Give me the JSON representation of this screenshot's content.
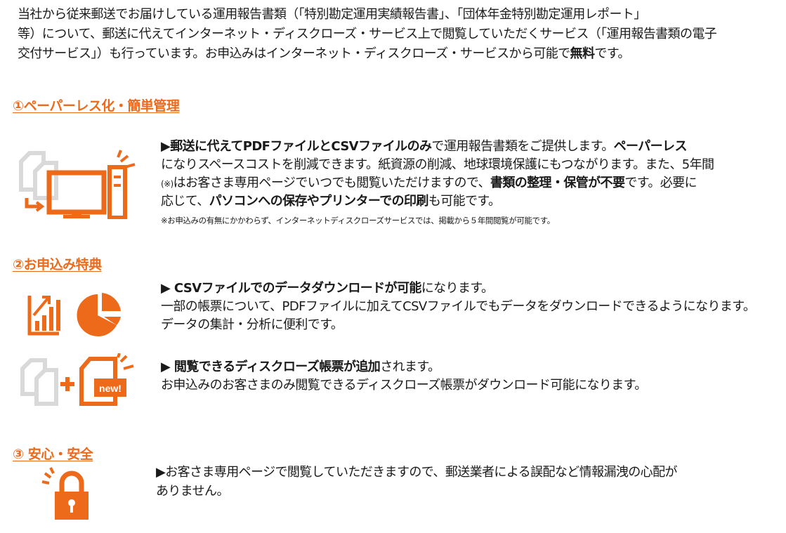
{
  "intro": {
    "line1": "当社から従来郵送でお届けしている運用報告書類（「特別勘定運用実績報告書」、「団体年金特別勘定運用レポート」",
    "line2": "等）について、郵送に代えてインターネット・ディスクローズ・サービス上で閲覧していただくサービス（「運用報告書類の電子",
    "line3a": "交付サービス」）も行っています。お申込みはインターネット・ディスクローズ・サービスから可能で",
    "line3b": "無料",
    "line3c": "です。"
  },
  "section1": {
    "heading": "①ペーパーレス化・簡単管理",
    "l1a": "▶郵送に代えてPDFファイルとCSVファイルのみ",
    "l1b": "で運用報告書類をご提供します。",
    "l1c": "ペーパーレス",
    "l2": "になりスペースコストを削減できます。紙資源の削減、地球環境保護にもつながります。また、5年間",
    "l3a": "(※)",
    "l3b": "はお客さま専用ページでいつでも閲覧いただけますので、",
    "l3c": "書類の整理・保管が不要",
    "l3d": "です。必要に",
    "l4a": "応じて、",
    "l4b": "パソコンへの保存やプリンターでの印刷",
    "l4c": "も可能です。",
    "note": "※お申込みの有無にかかわらず、インターネットディスクローズサービスでは、掲載から５年間閲覧が可能です。"
  },
  "section2": {
    "heading": "②お申込み特典",
    "a1a": "▶ CSVファイルでのデータダウンロードが可能",
    "a1b": "になります。",
    "a2": "一部の帳票について、PDFファイルに加えてCSVファイルでもデータをダウンロードできるようになります。",
    "a3": "データの集計・分析に便利です。",
    "b1a": "▶ 閲覧できるディスクローズ帳票が追加",
    "b1b": "されます。",
    "b2": " お申込みのお客さまのみ閲覧できるディスクローズ帳票がダウンロード可能になります。",
    "new_badge": "new!"
  },
  "section3": {
    "heading": "③ 安心・安全",
    "l1": "▶お客さま専用ページで閲覧していただきますので、郵送業者による誤配など情報漏洩の心配が",
    "l2": "ありません。"
  },
  "colors": {
    "accent": "#ee6a1b",
    "gray_icon": "#d9d9d9",
    "text": "#1a1a1a"
  }
}
